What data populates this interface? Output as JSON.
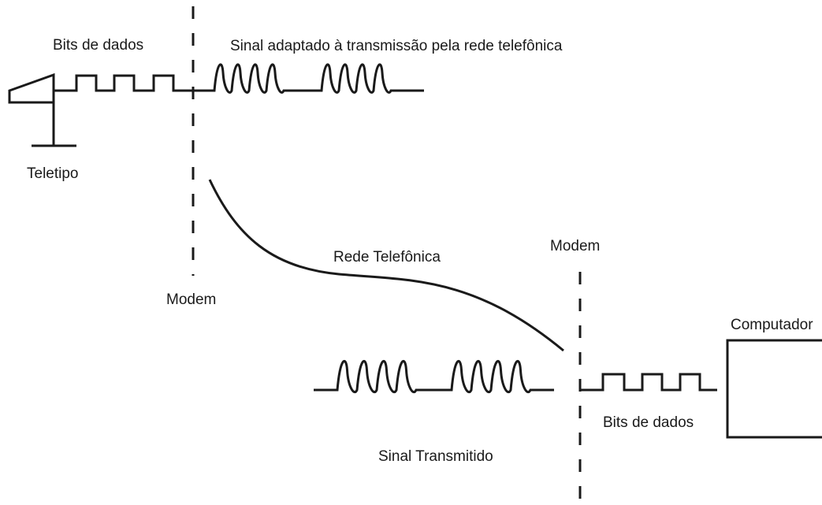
{
  "labels": {
    "bits_top": "Bits de dados",
    "signal_top": "Sinal adaptado à transmissão pela rede telefônica",
    "teletype": "Teletipo",
    "modem_left": "Modem",
    "network": "Rede Telefônica",
    "modem_right": "Modem",
    "computer": "Computador",
    "transmitted": "Sinal Transmitido",
    "bits_bottom": "Bits de dados"
  }
}
